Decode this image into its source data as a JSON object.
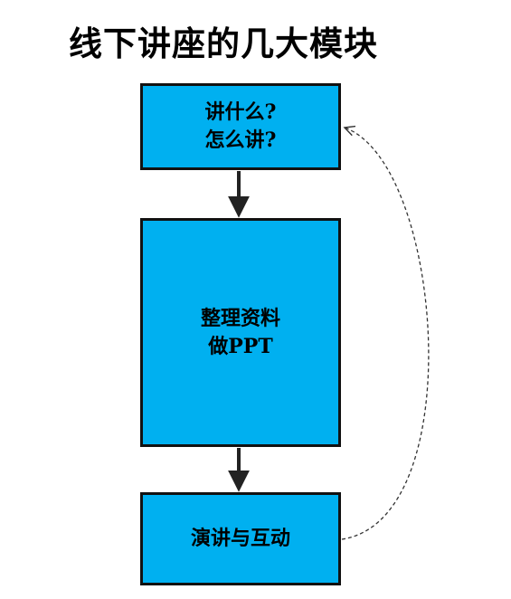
{
  "title": "线下讲座的几大模块",
  "colors": {
    "box_fill": "#00b0f0",
    "box_border": "#111111",
    "arrow": "#222222",
    "feedback_arrow": "#333333"
  },
  "boxes": [
    {
      "lines": [
        "讲什么?",
        "怎么讲?"
      ]
    },
    {
      "lines": [
        "整理资料",
        "做PPT"
      ]
    },
    {
      "lines": [
        "演讲与互动"
      ]
    }
  ],
  "edges": [
    {
      "from": 0,
      "to": 1,
      "style": "solid"
    },
    {
      "from": 1,
      "to": 2,
      "style": "solid"
    },
    {
      "from": 2,
      "to": 0,
      "style": "dashed-curve"
    }
  ]
}
